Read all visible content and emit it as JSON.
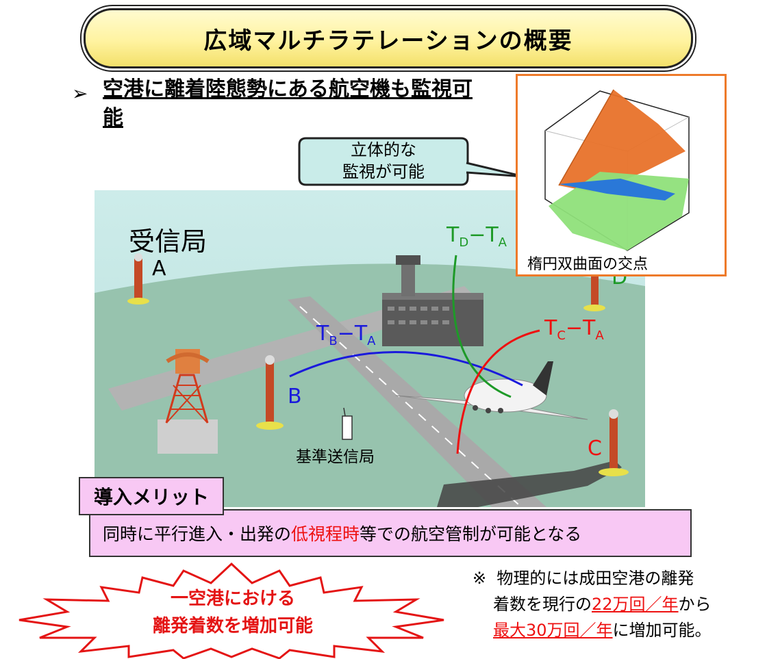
{
  "title": "広域マルチラテレーションの概要",
  "heading": "空港に離着陸態勢にある航空機も監視可能",
  "bullet_glyph": "➢",
  "callout": {
    "line1": "立体的な",
    "line2": "監視が可能"
  },
  "plot_caption": "楕円双曲面の交点",
  "receiver_label": "受信局",
  "stations": {
    "a": "A",
    "b": "B",
    "c": "C",
    "d": "D"
  },
  "reference_station": "基準送信局",
  "tdoa": {
    "b": {
      "t1": "T",
      "s1": "B",
      "dash": "−",
      "t2": "T",
      "s2": "A"
    },
    "c": {
      "t1": "T",
      "s1": "C",
      "dash": "−",
      "t2": "T",
      "s2": "A"
    },
    "d": {
      "t1": "T",
      "s1": "D",
      "dash": "−",
      "t2": "T",
      "s2": "A"
    }
  },
  "merit": {
    "tag": "導入メリット",
    "pre": "同時に平行進入・出発の",
    "highlight": "低視程時",
    "post": "等での航空管制が可能となる"
  },
  "burst": {
    "line1": "一空港における",
    "line2": "離発着数を増加可能"
  },
  "note": {
    "mark": "※",
    "line1": "物理的には成田空港の離発",
    "line2_pre": "着数を現行の",
    "line2_hl": "22万回／年",
    "line2_post": "から",
    "line3_hl": "最大30万回／年",
    "line3_post": "に増加可能。"
  },
  "colors": {
    "accent_red": "#ee1010",
    "b_curve": "#1a1adc",
    "d_curve": "#1e9a28",
    "merit_bg": "#f8c8f4",
    "plot_frame": "#ee7a2a",
    "banner": "#fff3a0"
  }
}
